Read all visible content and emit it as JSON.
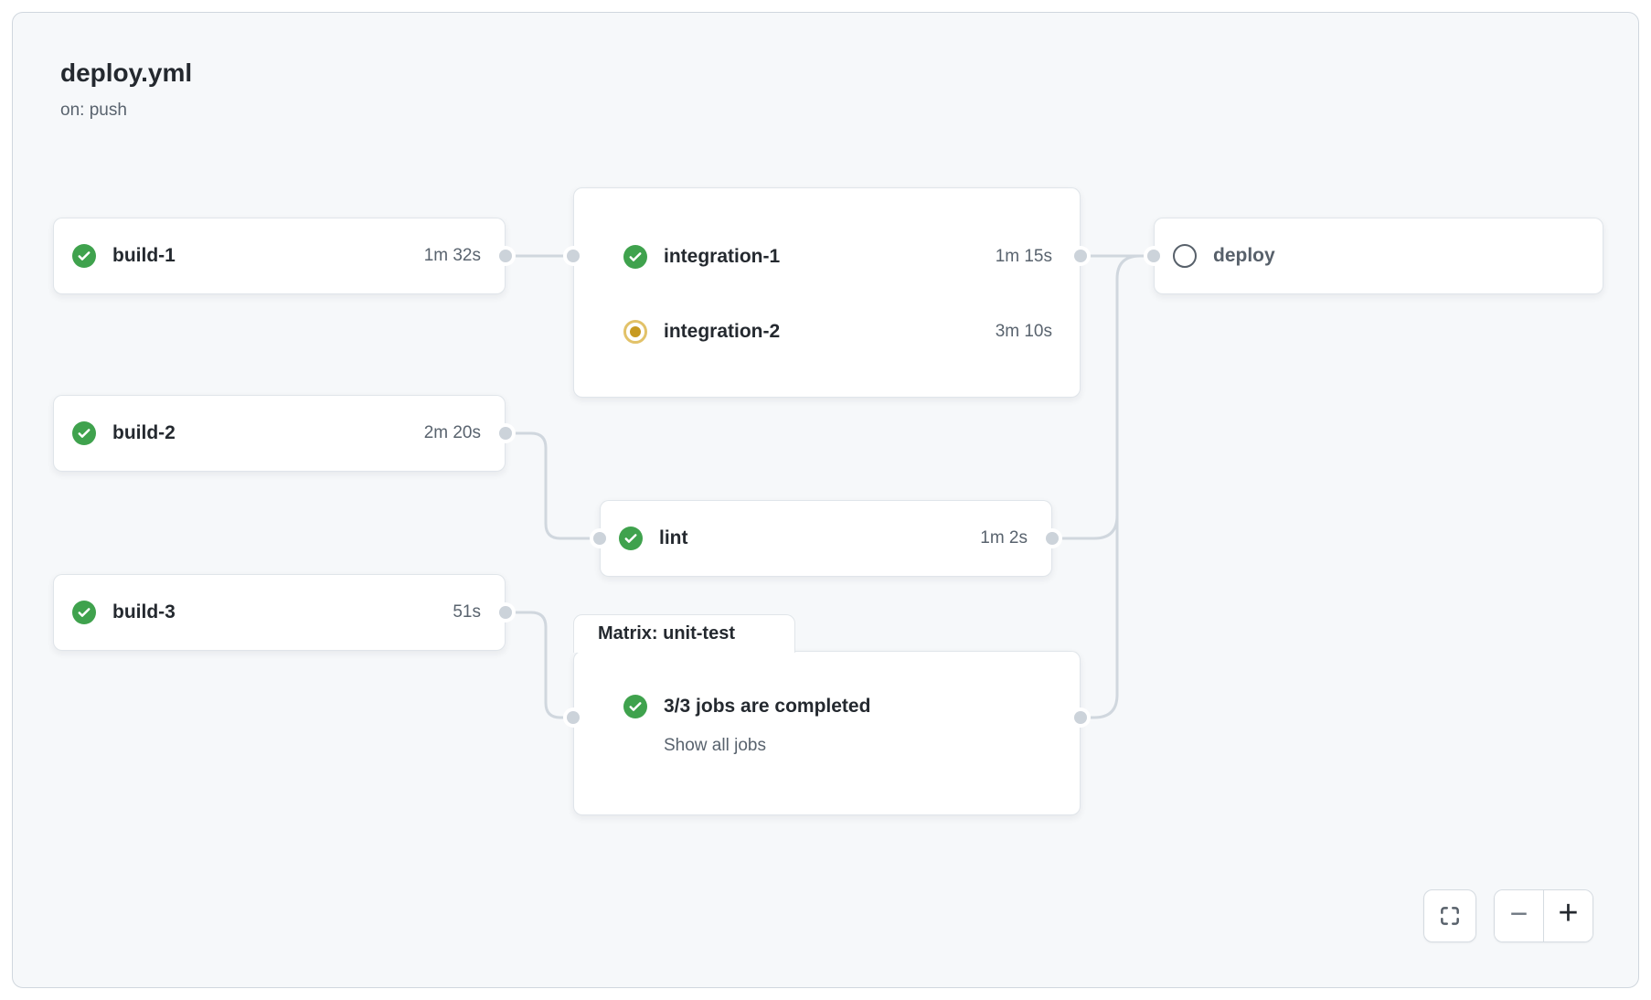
{
  "workflow": {
    "title": "deploy.yml",
    "trigger": "on: push"
  },
  "jobs": {
    "build1": {
      "name": "build-1",
      "duration": "1m 32s",
      "status": "success"
    },
    "build2": {
      "name": "build-2",
      "duration": "2m 20s",
      "status": "success"
    },
    "build3": {
      "name": "build-3",
      "duration": "51s",
      "status": "success"
    },
    "integration1": {
      "name": "integration-1",
      "duration": "1m 15s",
      "status": "success"
    },
    "integration2": {
      "name": "integration-2",
      "duration": "3m 10s",
      "status": "in_progress"
    },
    "lint": {
      "name": "lint",
      "duration": "1m 2s",
      "status": "success"
    },
    "deploy": {
      "name": "deploy",
      "status": "pending"
    }
  },
  "matrix_group": {
    "label": "Matrix: unit-test",
    "summary": "3/3 jobs are completed",
    "show_all_label": "Show all jobs",
    "status": "success"
  },
  "controls": {
    "zoom_out_glyph": "−",
    "zoom_in_glyph": "+"
  },
  "colors": {
    "success": "#3fa24d",
    "in_progress_ring": "#e2c269",
    "in_progress_dot": "#c79a22",
    "pending": "#57606a",
    "connector": "#d0d7de",
    "dot_fill": "#ccd3da",
    "canvas_bg": "#f6f8fa",
    "text_primary": "#24292f",
    "text_muted": "#59636e"
  }
}
